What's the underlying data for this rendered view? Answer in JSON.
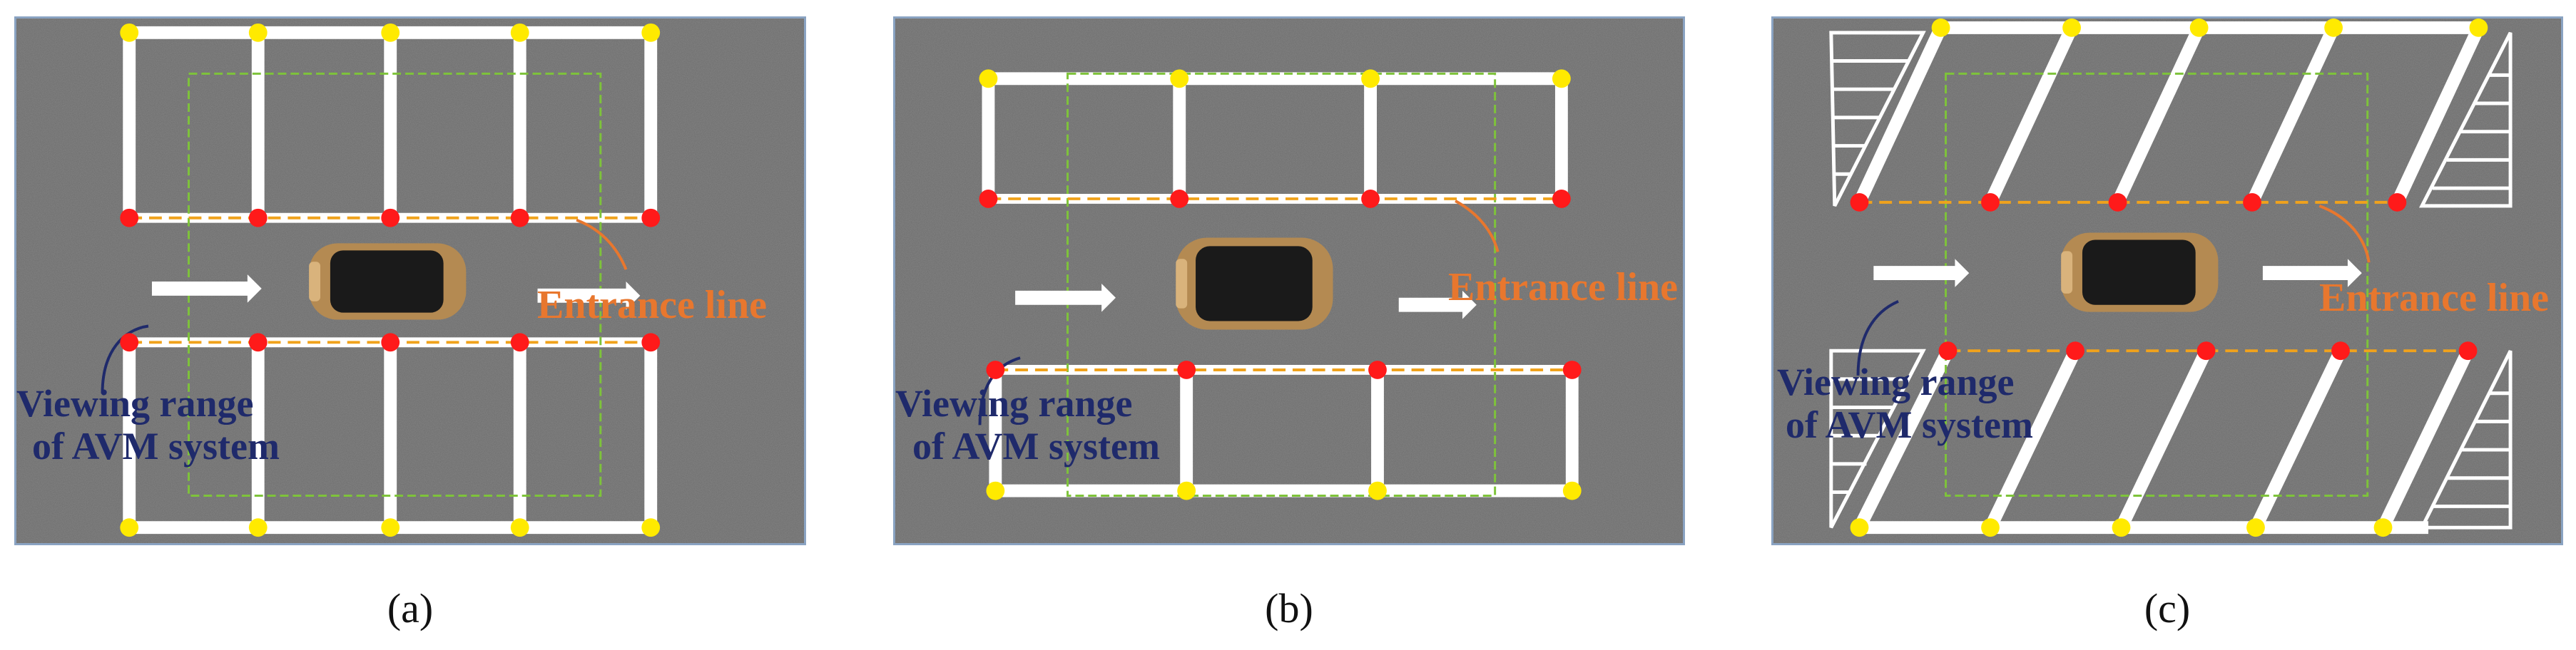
{
  "panels": [
    {
      "id": "a",
      "caption": "(a)",
      "entrance_label": "Entrance line",
      "avm_line1": "Viewing range",
      "avm_line2": "of AVM system"
    },
    {
      "id": "b",
      "caption": "(b)",
      "entrance_label": "Entrance line",
      "avm_line1": "Viewing range",
      "avm_line2": "of AVM system"
    },
    {
      "id": "c",
      "caption": "(c)",
      "entrance_label": "Entrance line",
      "avm_line1": "Viewing range",
      "avm_line2": "of AVM system"
    }
  ],
  "colors": {
    "asphalt": "#6a6a6a",
    "parking_line": "#ffffff",
    "entrance_line": "#f0a21c",
    "entrance_label": "#e8772e",
    "corner_point_outer": "#ffea00",
    "corner_point_entrance": "#ff1a1a",
    "avm_range": "#7ec33a",
    "avm_label": "#1f2a6b",
    "car_body": "#b48a52"
  }
}
